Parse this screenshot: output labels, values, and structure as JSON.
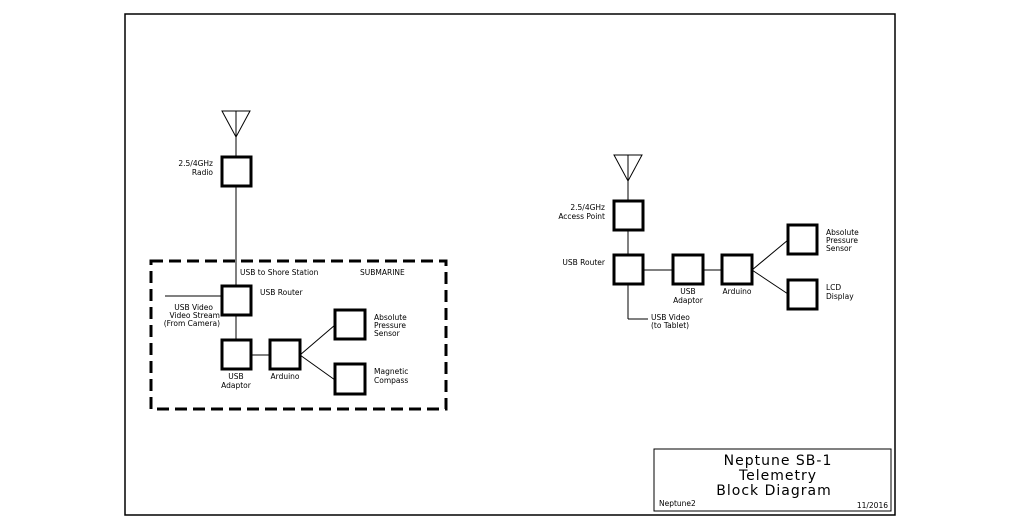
{
  "left_block": {
    "radio_label_1": "2.5/4GHz",
    "radio_label_2": "Radio",
    "shore_link_label": "USB to Shore Station",
    "enclosure_label": "SUBMARINE",
    "router_label": "USB Router",
    "video_label_1": "USB Video",
    "video_label_2": "Video Stream",
    "video_label_3": "(From Camera)",
    "adaptor_label_1": "USB",
    "adaptor_label_2": "Adaptor",
    "arduino_label": "Arduino",
    "pressure_label_1": "Absolute",
    "pressure_label_2": "Pressure",
    "pressure_label_3": "Sensor",
    "compass_label_1": "Magnetic",
    "compass_label_2": "Compass"
  },
  "right_block": {
    "ap_label_1": "2.5/4GHz",
    "ap_label_2": "Access Point",
    "router_label": "USB Router",
    "adaptor_label_1": "USB",
    "adaptor_label_2": "Adaptor",
    "arduino_label": "Arduino",
    "pressure_label_1": "Absolute",
    "pressure_label_2": "Pressure",
    "pressure_label_3": "Sensor",
    "lcd_label_1": "LCD",
    "lcd_label_2": "Display",
    "video_label_1": "USB Video",
    "video_label_2": "(to Tablet)"
  },
  "title_block": {
    "line1": "Neptune SB-1",
    "line2": "Telemetry",
    "line3": "Block Diagram",
    "drawing_name": "Neptune2",
    "date": "11/2016"
  }
}
